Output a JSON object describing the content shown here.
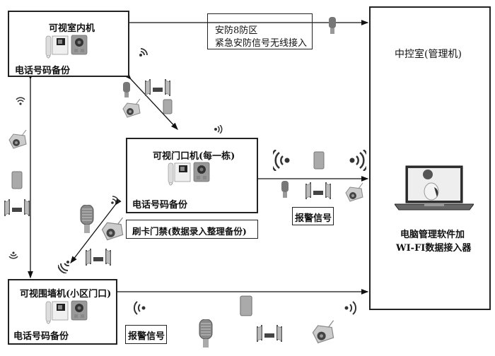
{
  "nodes": {
    "indoor_unit": {
      "title": "可视室内机",
      "backup": "电话号码备份"
    },
    "security_zone": {
      "line1": "安防8防区",
      "line2": "紧急安防信号无线接入"
    },
    "control_room": {
      "title": "中控室(管理机)",
      "caption_line1": "电脑管理软件加",
      "caption_line2": "WI-FI数据接入器"
    },
    "door_unit": {
      "title": "可视门口机(每一栋)",
      "backup": "电话号码备份"
    },
    "card_access": {
      "label": "刷卡门禁(数据录入整理备份)"
    },
    "alarm_mid": {
      "label": "报警信号"
    },
    "wall_unit": {
      "title": "可视围墙机(小区门口)",
      "backup": "电话号码备份"
    },
    "alarm_bottom": {
      "label": "报警信号"
    }
  },
  "device_icons": [
    "wifi-signal-icon",
    "camera-icon",
    "gateway-icon",
    "turnstile-icon",
    "microphone-icon",
    "sensor-icon",
    "laptop-icon",
    "intercom-icon"
  ]
}
